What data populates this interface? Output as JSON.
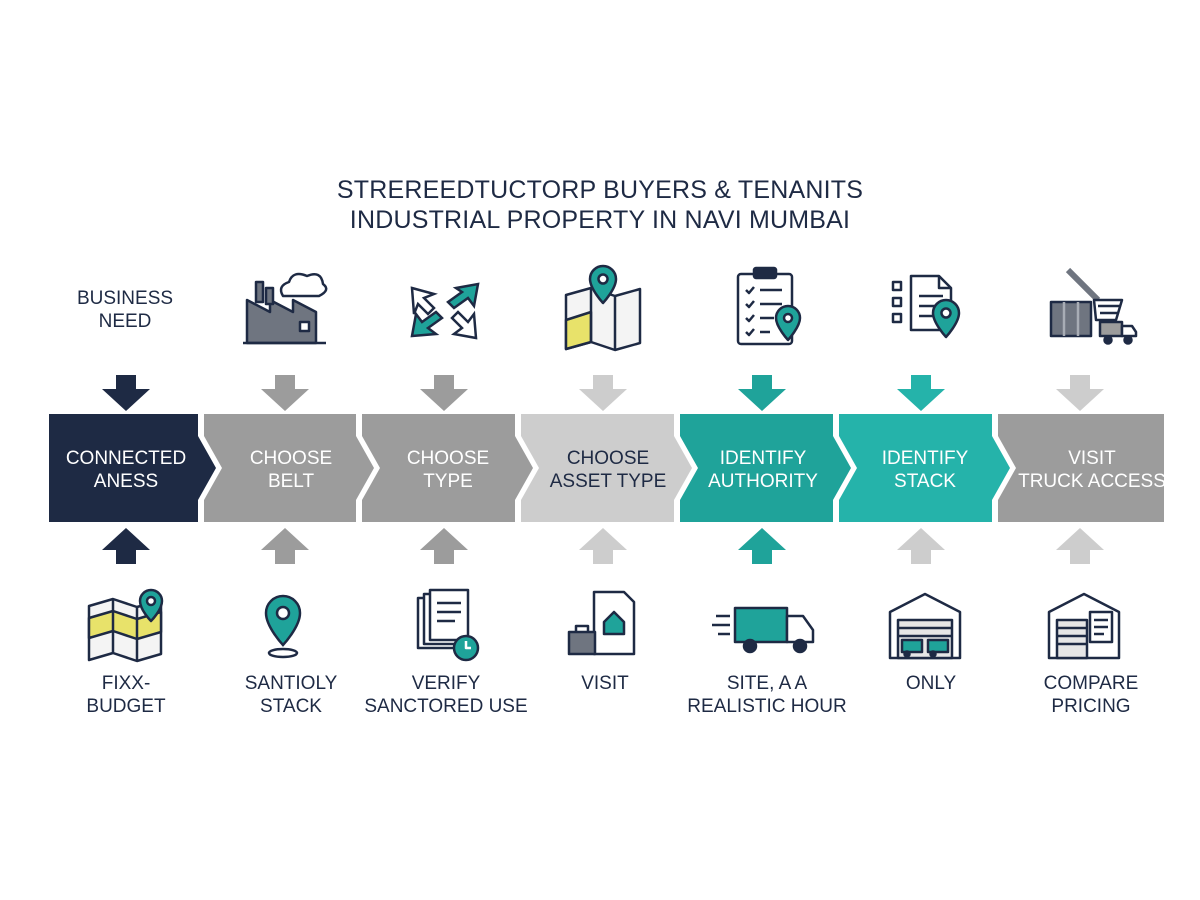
{
  "title": {
    "line1": "STREREEDTUCTORP BUYERS & TENANITS",
    "line2": "INDUSTRIAL PROPERTY IN NAVI MUMBAI"
  },
  "colors": {
    "navy": "#1e2a44",
    "gray": "#9c9c9c",
    "light_gray": "#cdcdcd",
    "teal": "#1fa39a",
    "teal_light": "#25b3aa",
    "yellow": "#e8e26a"
  },
  "start_label": [
    "BUSINESS",
    "NEED"
  ],
  "stages": [
    {
      "label": [
        "CONNECTED",
        "ANESS"
      ],
      "style": "navy",
      "top_icon": "none",
      "bottom_icon": "map-pin-icon",
      "bottom_label": [
        "FIXX-",
        "BUDGET"
      ]
    },
    {
      "label": [
        "CHOOSE",
        "BELT"
      ],
      "style": "gray",
      "top_icon": "factory-icon",
      "bottom_icon": "location-pin-icon",
      "bottom_label": [
        "SANTIOLY",
        "STACK"
      ]
    },
    {
      "label": [
        "CHOOSE",
        "TYPE"
      ],
      "style": "gray",
      "top_icon": "arrows-icon",
      "bottom_icon": "documents-clock-icon",
      "bottom_label": [
        "VERIFY",
        "SANCTORED USE"
      ]
    },
    {
      "label": [
        "CHOOSE",
        "ASSET TYPE"
      ],
      "style": "light",
      "top_icon": "map-icon",
      "bottom_icon": "house-bag-icon",
      "bottom_label": [
        "VISIT",
        ""
      ]
    },
    {
      "label": [
        "IDENTIFY",
        "AUTHORITY"
      ],
      "style": "teal",
      "top_icon": "clipboard-icon",
      "bottom_icon": "truck-icon",
      "bottom_label": [
        "SITE, A A",
        "REALISTIC HOUR"
      ]
    },
    {
      "label": [
        "IDENTIFY",
        "STACK"
      ],
      "style": "teal",
      "top_icon": "document-pin-icon",
      "bottom_icon": "warehouse-icon",
      "bottom_label": [
        "ONLY",
        ""
      ]
    },
    {
      "label": [
        "VISIT",
        "TRUCK ACCESS"
      ],
      "style": "gray",
      "top_icon": "crane-icon",
      "bottom_icon": "warehouse-doc-icon",
      "bottom_label": [
        "COMPARE",
        "PRICING"
      ]
    }
  ]
}
